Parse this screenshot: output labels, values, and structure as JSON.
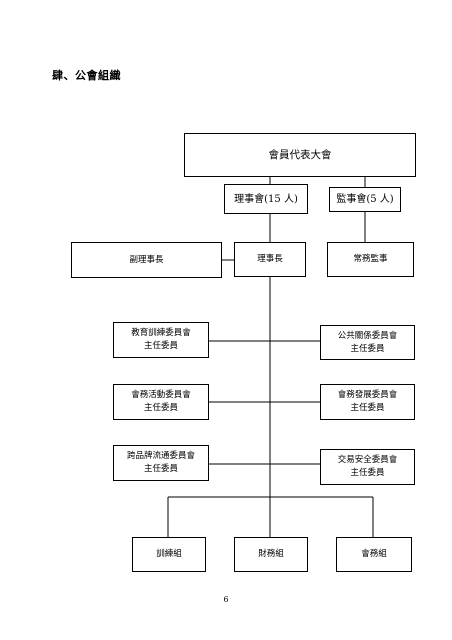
{
  "heading": "肆、公會組織",
  "nodes": {
    "assembly": "會員代表大會",
    "board": "理事會(15 人)",
    "supervisors": "監事會(5 人)",
    "vice_chair": "副理事長",
    "chair": "理事長",
    "standing_supervisor": "常務監事",
    "education": [
      "教育訓練委員會",
      "主任委員"
    ],
    "public_relations": [
      "公共關係委員會",
      "主任委員"
    ],
    "activities": [
      "會務活動委員會",
      "主任委員"
    ],
    "development": [
      "會務發展委員會",
      "主任委員"
    ],
    "cross_brand": [
      "跨品牌流通委員會",
      "主任委員"
    ],
    "trade_safety": [
      "交易安全委員會",
      "主任委員"
    ],
    "training_group": "訓練組",
    "finance_group": "財務組",
    "affairs_group": "會務組"
  },
  "page_number": "6"
}
